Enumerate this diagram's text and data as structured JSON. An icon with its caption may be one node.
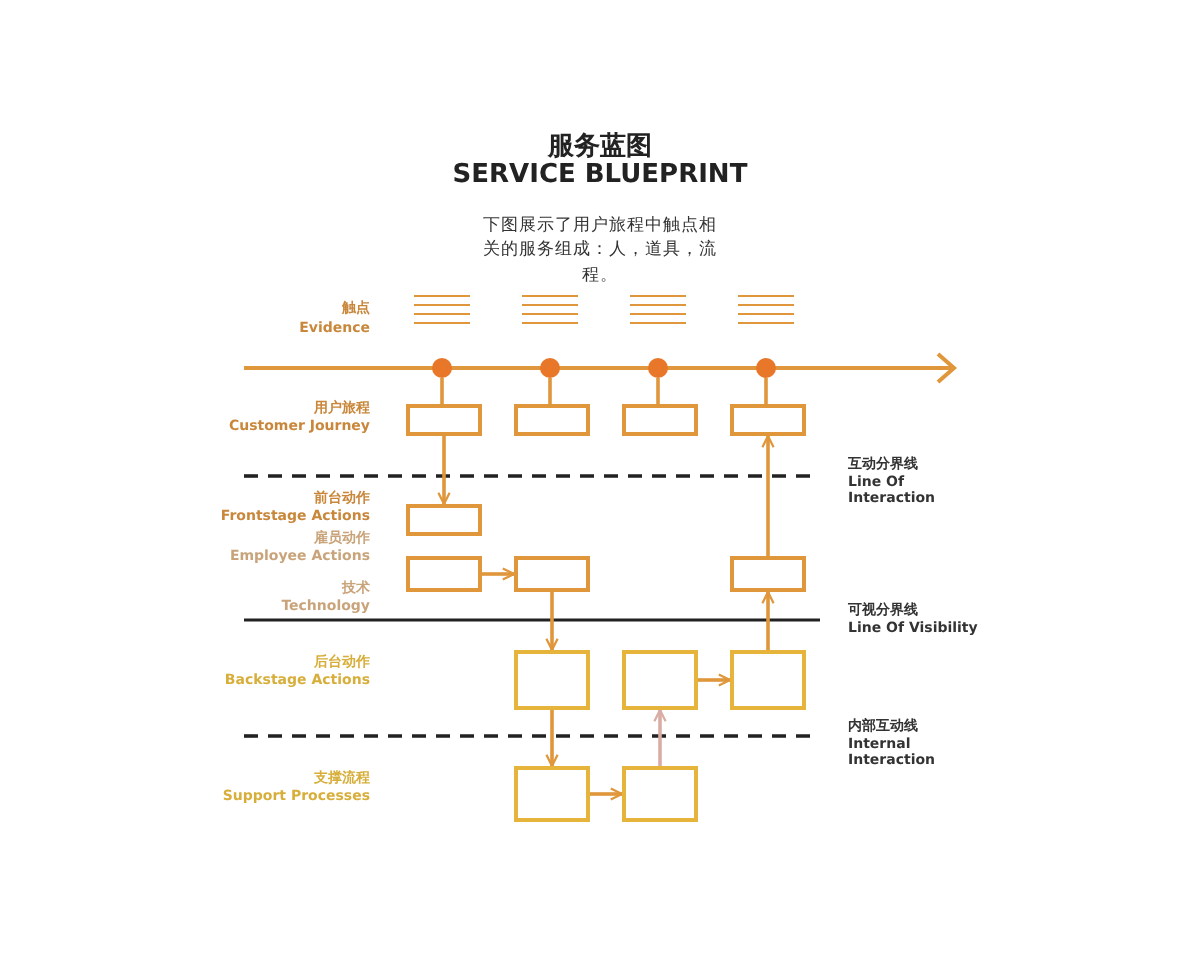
{
  "diagram": {
    "title": "服务蓝图",
    "caption": "下图展示了用户旅程中触点相关的服务组成：人，道具，流程。",
    "nodes": [
      {
        "text": [],
        "shape": "circle"
      },
      {
        "text": [],
        "shape": "circle"
      },
      {
        "text": [],
        "shape": "circle"
      },
      {
        "text": [],
        "shape": "circle"
      },
      {
        "text": [],
        "shape": "box"
      },
      {
        "text": [],
        "shape": "box"
      },
      {
        "text": [],
        "shape": "box"
      },
      {
        "text": [],
        "shape": "box"
      },
      {
        "text": [],
        "shape": "box"
      },
      {
        "text": [],
        "shape": "box"
      },
      {
        "text": [],
        "shape": "box"
      },
      {
        "text": [],
        "shape": "box"
      },
      {
        "text": [],
        "shape": "box"
      },
      {
        "text": [],
        "shape": "box"
      },
      {
        "text": [],
        "shape": "box"
      },
      {
        "text": [],
        "shape": "box"
      },
      {
        "text": [],
        "shape": "box"
      }
    ],
    "edges": [
      {
        "from": 0,
        "to": 4,
        "arrow": "none"
      },
      {
        "from": 1,
        "to": 5,
        "arrow": "none"
      },
      {
        "from": 2,
        "to": 6,
        "arrow": "none"
      },
      {
        "from": 3,
        "to": 7,
        "arrow": "none"
      },
      {
        "from": 4,
        "to": 8,
        "arrow": "to"
      },
      {
        "from": 9,
        "to": 10,
        "arrow": "to"
      },
      {
        "from": 10,
        "to": 12,
        "arrow": "to"
      },
      {
        "from": 12,
        "to": 15,
        "arrow": "to"
      },
      {
        "from": 15,
        "to": 16,
        "arrow": "to"
      },
      {
        "from": 16,
        "to": 13,
        "arrow": "to",
        "color": "#d9ada5"
      },
      {
        "from": 13,
        "to": 14,
        "arrow": "to"
      },
      {
        "from": 14,
        "to": 11,
        "arrow": "to"
      },
      {
        "from": 11,
        "to": 7,
        "arrow": "to"
      }
    ],
    "labels": [
      "SERVICE BLUEPRINT",
      "触点",
      "Evidence",
      "用户旅程",
      "Customer Journey",
      "前台动作",
      "Frontstage Actions",
      "雇员动作",
      "Employee Actions",
      "技术",
      "Technology",
      "后台动作",
      "Backstage Actions",
      "支撑流程",
      "Support Processes",
      "互动分界线",
      "Line Of Interaction",
      "可视分界线",
      "Line Of Visibility",
      "内部互动线",
      "Internal Interaction"
    ]
  }
}
